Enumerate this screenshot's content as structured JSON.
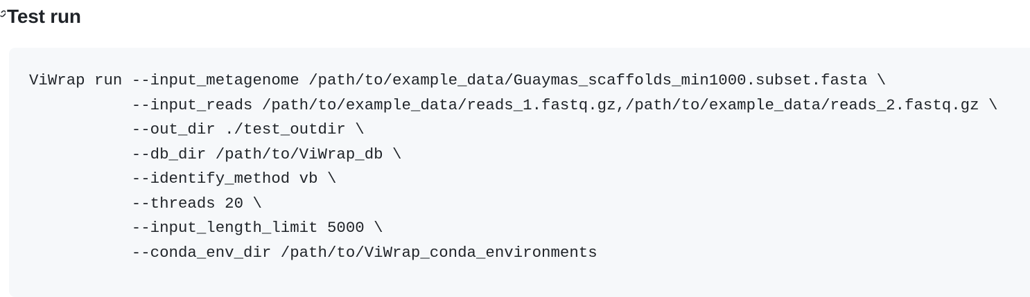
{
  "section": {
    "title": "Test run",
    "anchor_icon": "link-icon"
  },
  "code_block": {
    "language": "shell",
    "lines": [
      "ViWrap run --input_metagenome /path/to/example_data/Guaymas_scaffolds_min1000.subset.fasta \\",
      "           --input_reads /path/to/example_data/reads_1.fastq.gz,/path/to/example_data/reads_2.fastq.gz \\",
      "           --out_dir ./test_outdir \\",
      "           --db_dir /path/to/ViWrap_db \\",
      "           --identify_method vb \\",
      "           --threads 20 \\",
      "           --input_length_limit 5000 \\",
      "           --conda_env_dir /path/to/ViWrap_conda_environments"
    ]
  },
  "colors": {
    "text": "#1f2328",
    "code_background": "#f6f8fa",
    "page_background": "#ffffff"
  }
}
